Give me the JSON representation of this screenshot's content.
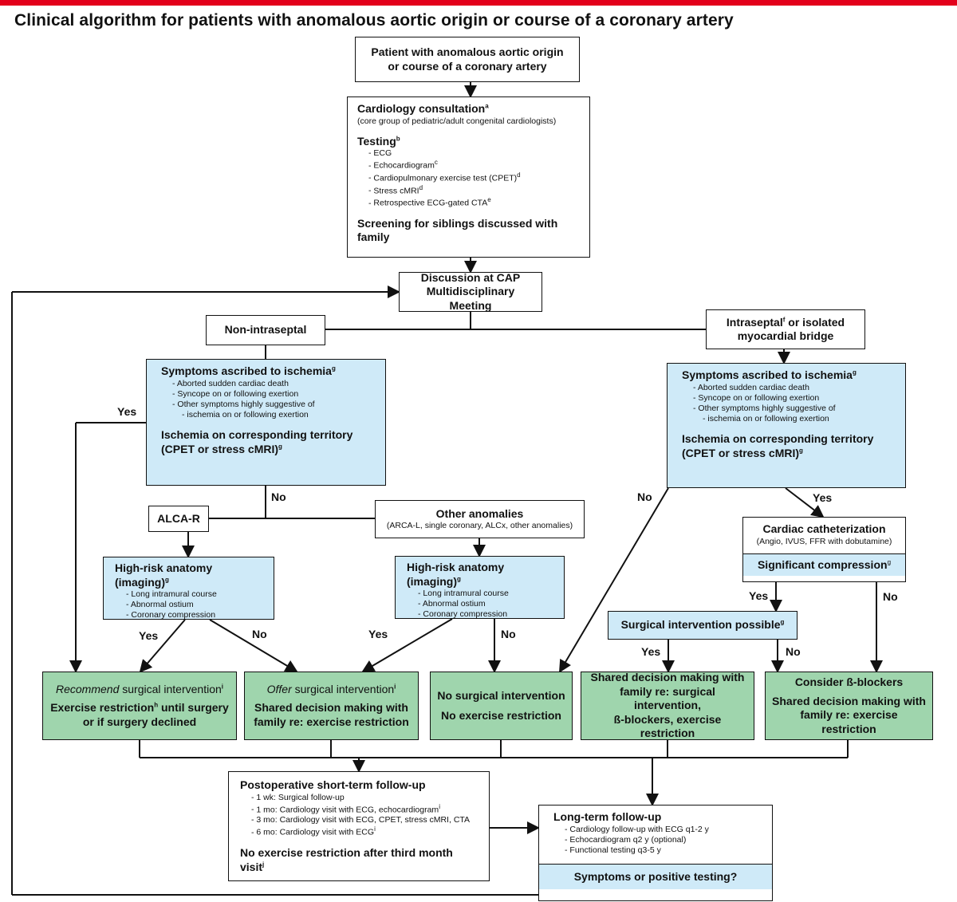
{
  "title": "Clinical algorithm for patients with anomalous aortic origin or course of a coronary artery",
  "colors": {
    "accent_bar": "#e3001b",
    "blue_box": "#cfeaf8",
    "green_box": "#9fd5ad"
  },
  "start": {
    "line1": "Patient with anomalous aortic origin",
    "line2": "or course of a coronary artery"
  },
  "consult": {
    "title": "Cardiology consultation",
    "title_sup": "a",
    "subtitle": "(core group of pediatric/adult congenital cardiologists)",
    "testing_title": "Testing",
    "testing_sup": "b",
    "tests": [
      {
        "text": "ECG",
        "sup": ""
      },
      {
        "text": "Echocardiogram",
        "sup": "c"
      },
      {
        "text": "Cardiopulmonary exercise test (CPET)",
        "sup": "d"
      },
      {
        "text": "Stress cMRI",
        "sup": "d"
      },
      {
        "text": "Retrospective ECG-gated CTA",
        "sup": "e"
      }
    ],
    "screening": "Screening for siblings discussed with family"
  },
  "cap": {
    "line1": "Discussion at CAP",
    "line2": "Multidisciplinary Meeting"
  },
  "non_intraseptal": "Non-intraseptal",
  "intraseptal": {
    "part1": "Intraseptal",
    "sup": "f",
    "part2": " or isolated",
    "line2": "myocardial bridge"
  },
  "symptoms": {
    "title": "Symptoms ascribed to ischemia",
    "sup": "g",
    "items": [
      "Aborted sudden cardiac death",
      "Syncope on or following exertion",
      "Other symptoms highly suggestive of"
    ],
    "items_cont": "ischemia on or following exertion",
    "ischemia_title": "Ischemia on corresponding territory",
    "ischemia_sub": "(CPET or stress cMRI)"
  },
  "alca_r": "ALCA-R",
  "other": {
    "title": "Other anomalies",
    "sub": "(ARCA-L, single coronary, ALCx, other anomalies)"
  },
  "cath": {
    "title": "Cardiac catheterization",
    "sub": "(Angio, IVUS, FFR with dobutamine)",
    "significant": "Significant compression",
    "sup": "g"
  },
  "highrisk": {
    "title": "High-risk anatomy (imaging)",
    "sup": "g",
    "items": [
      "Long intramural course",
      "Abnormal ostium",
      "Coronary compression"
    ]
  },
  "surg_possible": {
    "text": "Surgical intervention possible",
    "sup": "g"
  },
  "outcomes": {
    "recommend": {
      "em": "Recommend",
      "rest": "surgical intervention",
      "sup": "i",
      "l2a": "Exercise restriction",
      "l2sup": "h",
      "l2b": " until surgery",
      "l3": "or if surgery declined"
    },
    "offer": {
      "em": "Offer",
      "rest": "surgical intervention",
      "sup": "i",
      "l2": "Shared decision making with",
      "l3": "family re: exercise restriction"
    },
    "none": {
      "l1": "No surgical intervention",
      "l2": "No exercise restriction"
    },
    "shared": {
      "l1": "Shared decision making with",
      "l2": "family re: surgical intervention,",
      "l3": "ß-blockers, exercise restriction"
    },
    "beta": {
      "l1": "Consider ß-blockers",
      "l2": "Shared decision making with",
      "l3": "family re: exercise restriction"
    }
  },
  "postop": {
    "title": "Postoperative short-term follow-up",
    "items": [
      "1 wk: Surgical follow-up",
      "1 mo: Cardiology visit with ECG, echocardiogram",
      "3 mo: Cardiology visit with ECG, CPET, stress cMRI, CTA",
      "6 mo: Cardiology visit with ECG"
    ],
    "sup_i": "i",
    "footer": "No exercise restriction after third month visit",
    "sup_j": "j"
  },
  "longterm": {
    "title": "Long-term follow-up",
    "items": [
      "Cardiology follow-up with ECG q1-2 y",
      "Echocardiogram q2 y (optional)",
      "Functional testing q3-5 y"
    ],
    "footer": "Symptoms or positive testing?"
  },
  "labels": {
    "yes": "Yes",
    "no": "No"
  }
}
